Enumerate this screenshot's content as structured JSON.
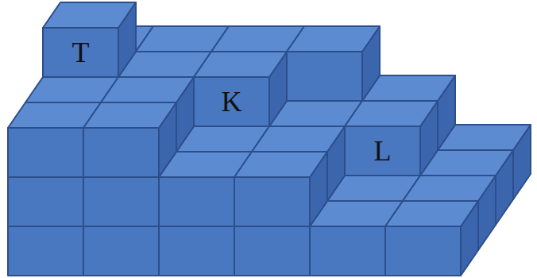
{
  "diagram": {
    "nodes": [
      {
        "text": [
          "T"
        ]
      },
      {
        "text": [
          "K"
        ]
      },
      {
        "text": [
          "L"
        ]
      }
    ]
  }
}
